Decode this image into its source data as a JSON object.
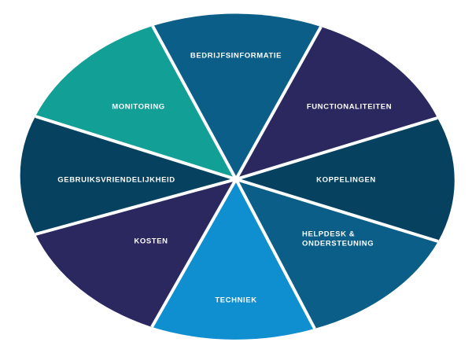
{
  "wheel": {
    "segments": [
      {
        "label": [
          "BEDRIJFSINFORMATIE"
        ],
        "color": "#0a5e87"
      },
      {
        "label": [
          "FUNCTIONALITEITEN"
        ],
        "color": "#2b2860"
      },
      {
        "label": [
          "KOPPELINGEN"
        ],
        "color": "#06425f"
      },
      {
        "label": [
          "HELPDESK &",
          "ONDERSTEUNING"
        ],
        "color": "#0a5e87"
      },
      {
        "label": [
          "TECHNIEK"
        ],
        "color": "#0f8fcf"
      },
      {
        "label": [
          "KOSTEN"
        ],
        "color": "#2b2860"
      },
      {
        "label": [
          "GEBRUIKSVRIENDELIJKHEID"
        ],
        "color": "#06425f"
      },
      {
        "label": [
          "MONITORING"
        ],
        "color": "#12a096"
      }
    ],
    "divider_color": "#ffffff"
  }
}
